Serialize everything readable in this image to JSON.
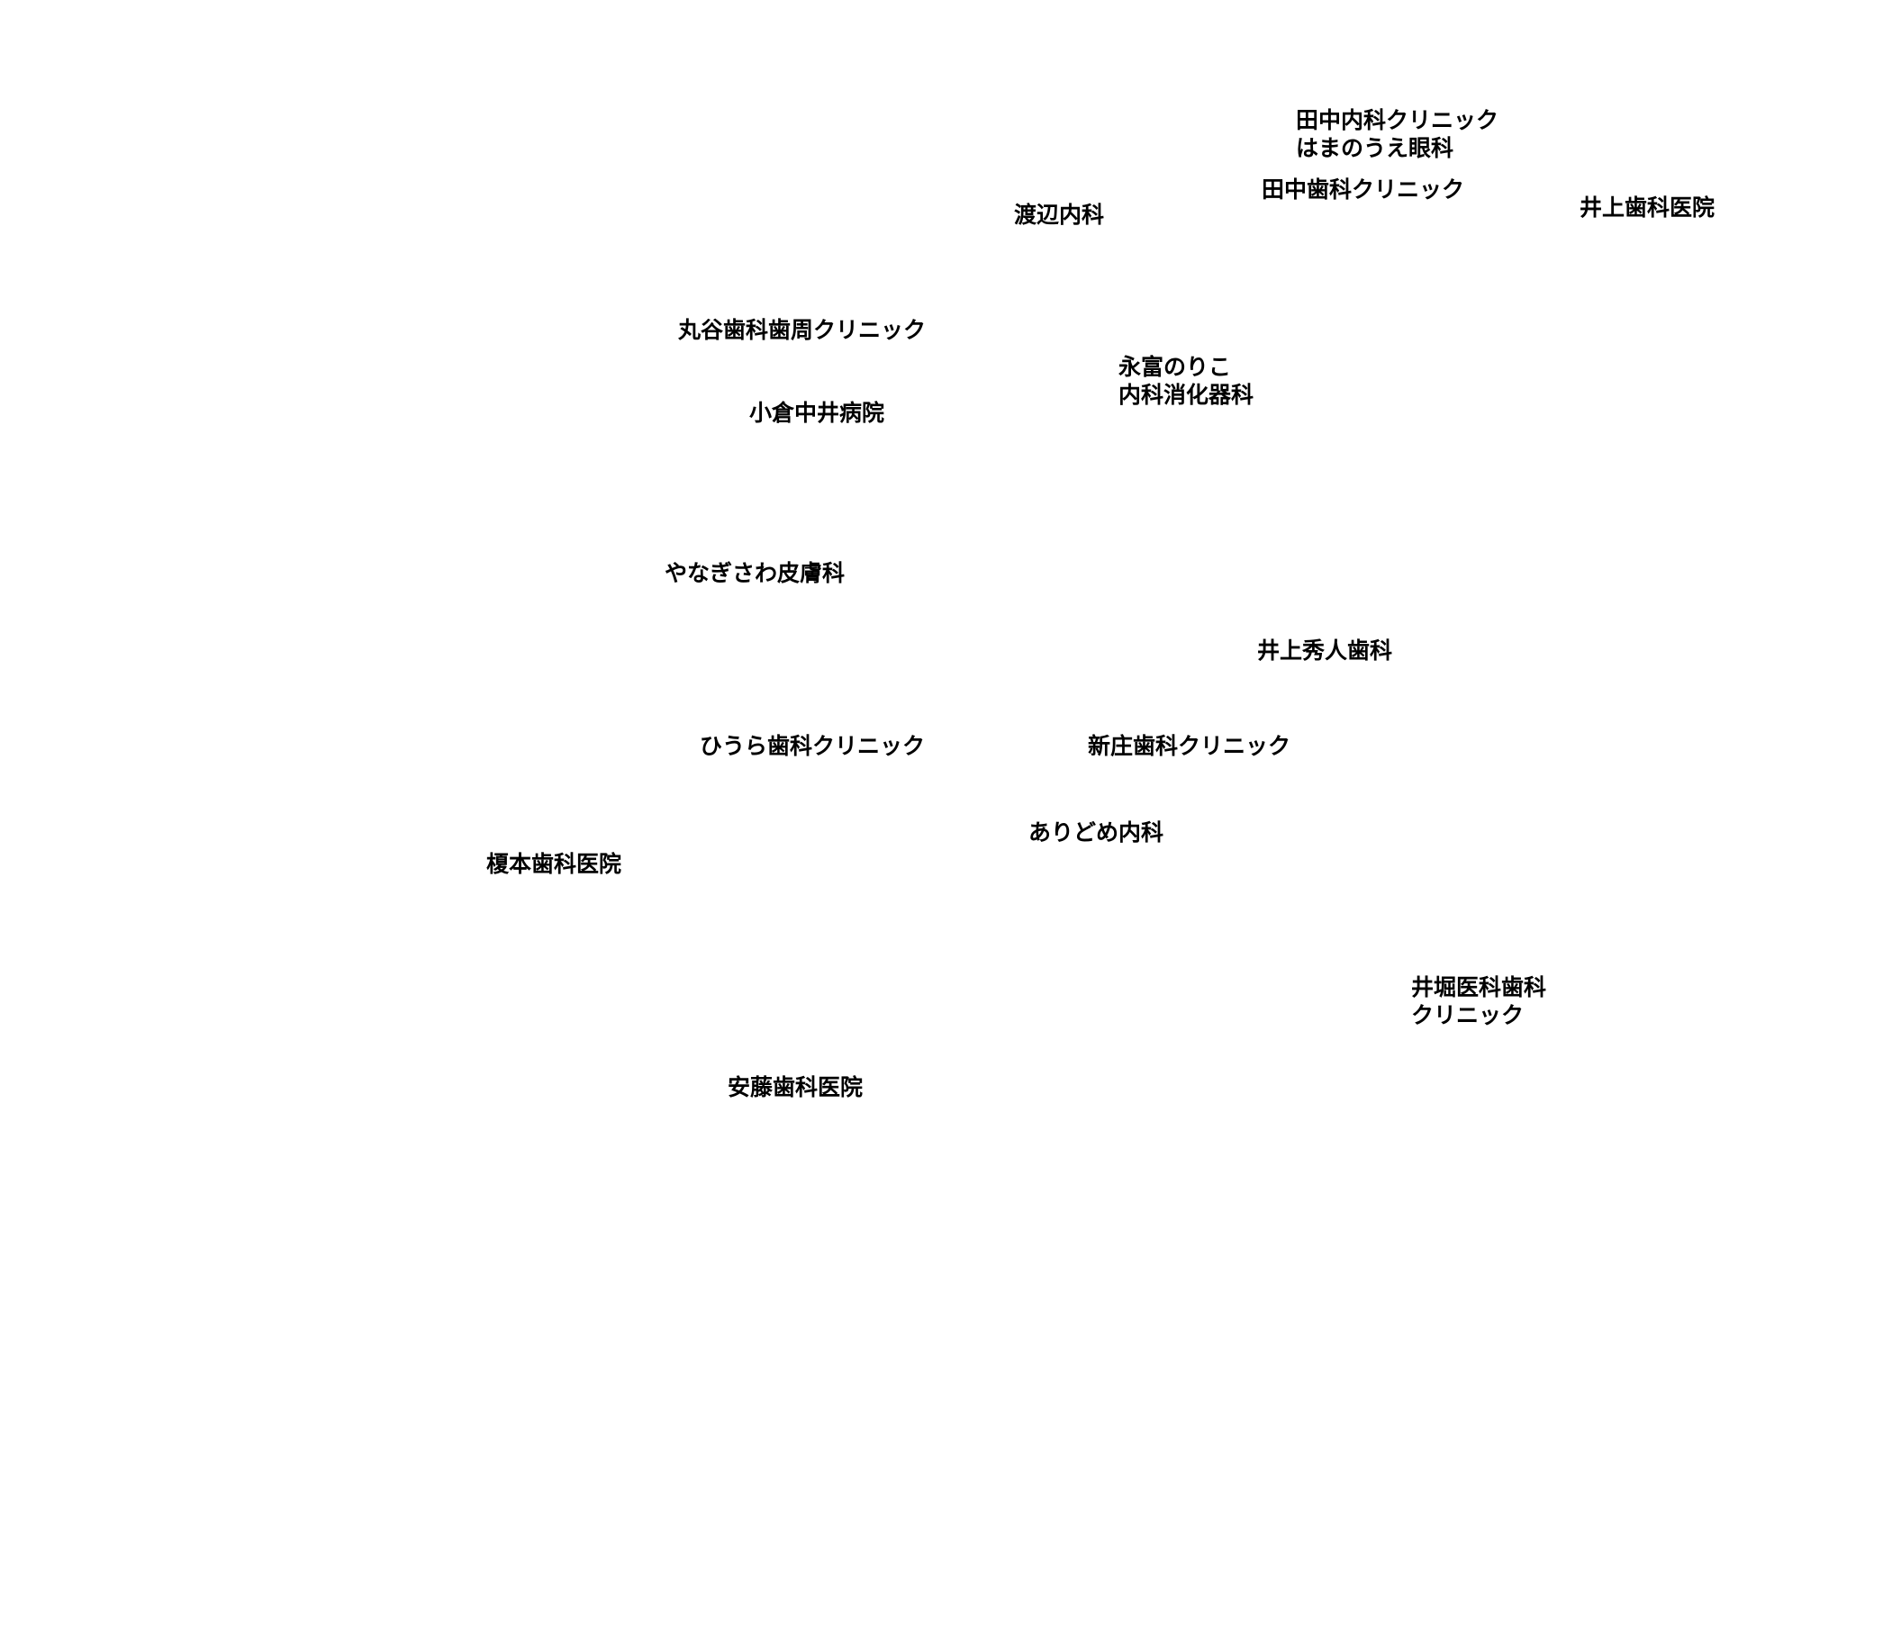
{
  "map": {
    "labels": [
      {
        "lines": [
          "田中内科クリニック",
          "はまのうえ眼科"
        ]
      },
      {
        "lines": [
          "田中歯科クリニック"
        ]
      },
      {
        "lines": [
          "井上歯科医院"
        ]
      },
      {
        "lines": [
          "渡辺内科"
        ]
      },
      {
        "lines": [
          "丸谷歯科歯周クリニック"
        ]
      },
      {
        "lines": [
          "永富のりこ",
          "内科消化器科"
        ]
      },
      {
        "lines": [
          "小倉中井病院"
        ]
      },
      {
        "lines": [
          "やなぎさわ皮膚科"
        ]
      },
      {
        "lines": [
          "井上秀人歯科"
        ]
      },
      {
        "lines": [
          "ひうら歯科クリニック"
        ]
      },
      {
        "lines": [
          "新庄歯科クリニック"
        ]
      },
      {
        "lines": [
          "ありどめ内科"
        ]
      },
      {
        "lines": [
          "榎本歯科医院"
        ]
      },
      {
        "lines": [
          "井堀医科歯科",
          "クリニック"
        ]
      },
      {
        "lines": [
          "安藤歯科医院"
        ]
      }
    ]
  }
}
